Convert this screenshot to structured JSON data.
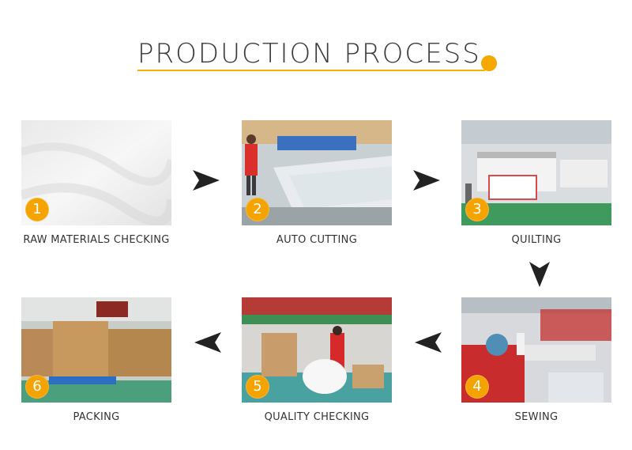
{
  "header": {
    "title": "PRODUCTION PROCESS"
  },
  "steps": [
    {
      "number": "1",
      "label": "RAW MATERIALS CHECKING"
    },
    {
      "number": "2",
      "label": "AUTO CUTTING"
    },
    {
      "number": "3",
      "label": "QUILTING"
    },
    {
      "number": "4",
      "label": "SEWING"
    },
    {
      "number": "5",
      "label": "QUALITY CHECKING"
    },
    {
      "number": "6",
      "label": "PACKING"
    }
  ],
  "colors": {
    "accent": "#f5a300",
    "arrow": "#222222"
  }
}
